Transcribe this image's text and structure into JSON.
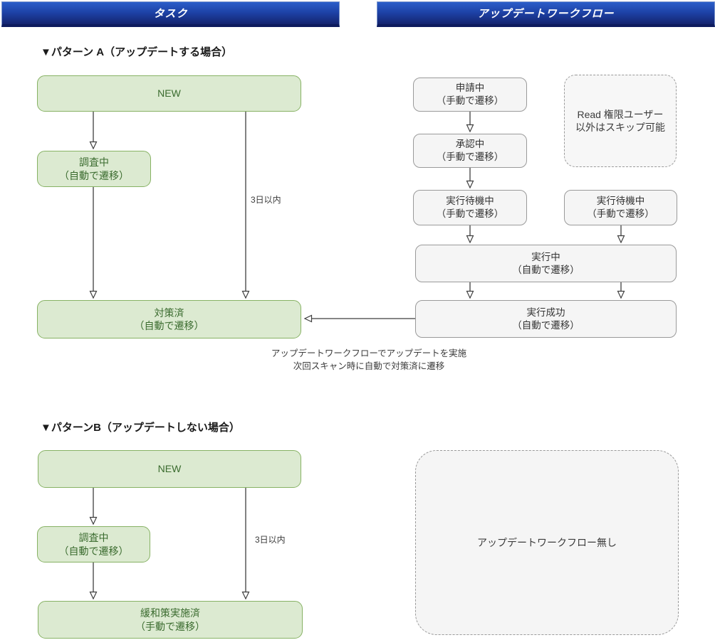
{
  "headers": {
    "left": "タスク",
    "right": "アップデートワークフロー"
  },
  "colors": {
    "header_blue_top": "#2b5ec9",
    "header_blue_bottom": "#14246f",
    "green_fill": "#dcead1",
    "green_border": "#87b264",
    "green_text": "#3a6b2e",
    "gray_fill": "#f5f5f5",
    "gray_border": "#9a9a9a",
    "line_color": "#3f3f3f"
  },
  "pattern_a": {
    "heading": "▼パターン A（アップデートする場合）",
    "edge_label": "3日以内",
    "task_nodes": {
      "new": "NEW",
      "investigating": {
        "line1": "調査中",
        "line2": "（自動で遷移）"
      },
      "resolved": {
        "line1": "対策済",
        "line2": "（自動で遷移）"
      }
    },
    "workflow_nodes": {
      "applying": {
        "line1": "申請中",
        "line2": "（手動で遷移）"
      },
      "approving": {
        "line1": "承認中",
        "line2": "（手動で遷移）"
      },
      "waiting_left": {
        "line1": "実行待機中",
        "line2": "（手動で遷移）"
      },
      "waiting_right": {
        "line1": "実行待機中",
        "line2": "（手動で遷移）"
      },
      "executing": {
        "line1": "実行中",
        "line2": "（自動で遷移）"
      },
      "success": {
        "line1": "実行成功",
        "line2": "（自動で遷移）"
      }
    },
    "skip_note": {
      "line1": "Read 権限ユーザー",
      "line2": "以外はスキップ可能"
    },
    "caption": {
      "line1": "アップデートワークフローでアップデートを実施",
      "line2": "次回スキャン時に自動で対策済に遷移"
    }
  },
  "pattern_b": {
    "heading": "▼パターンB（アップデートしない場合）",
    "edge_label": "3日以内",
    "task_nodes": {
      "new": "NEW",
      "investigating": {
        "line1": "調査中",
        "line2": "（自動で遷移）"
      },
      "mitigated": {
        "line1": "緩和策実施済",
        "line2": "（手動で遷移）"
      }
    },
    "no_workflow_note": "アップデートワークフロー無し"
  }
}
